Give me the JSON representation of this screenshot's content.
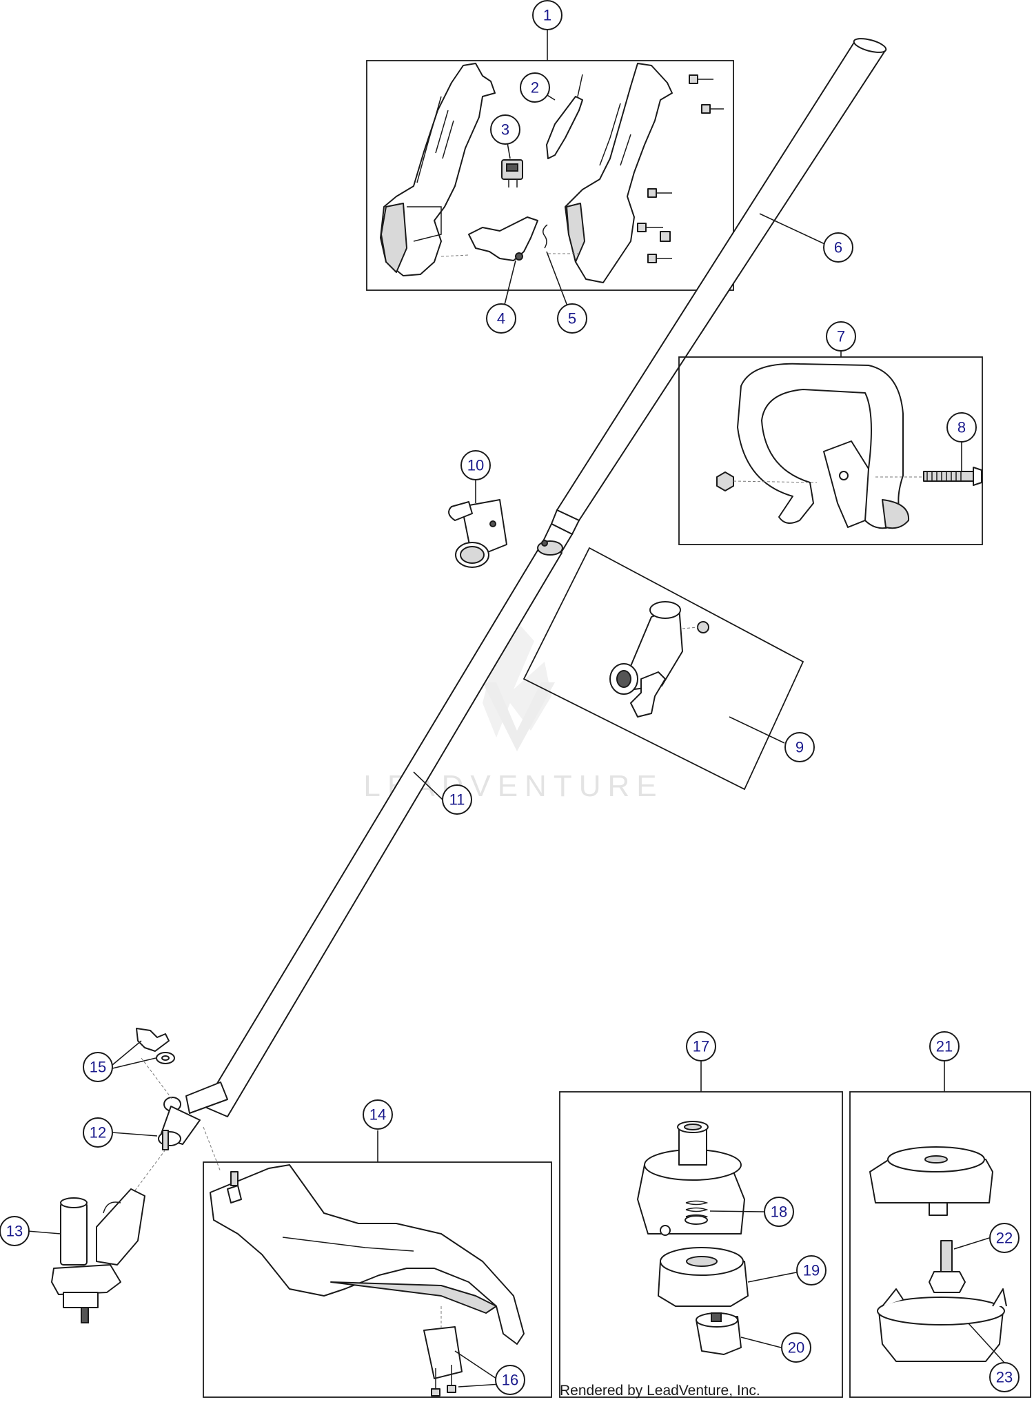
{
  "footer_text": "Rendered by LeadVenture, Inc.",
  "watermark_text": "LEADVENTURE",
  "colors": {
    "callout_number": "#1a1a8c",
    "line": "#1a1a1a",
    "watermark": "#e3e3e3"
  },
  "callouts": {
    "c1": "1",
    "c2": "2",
    "c3": "3",
    "c4": "4",
    "c5": "5",
    "c6": "6",
    "c7": "7",
    "c8": "8",
    "c9": "9",
    "c10": "10",
    "c11": "11",
    "c12": "12",
    "c13": "13",
    "c14": "14",
    "c15": "15",
    "c16": "16",
    "c17": "17",
    "c18": "18",
    "c19": "19",
    "c20": "20",
    "c21": "21",
    "c22": "22",
    "c23": "23"
  }
}
